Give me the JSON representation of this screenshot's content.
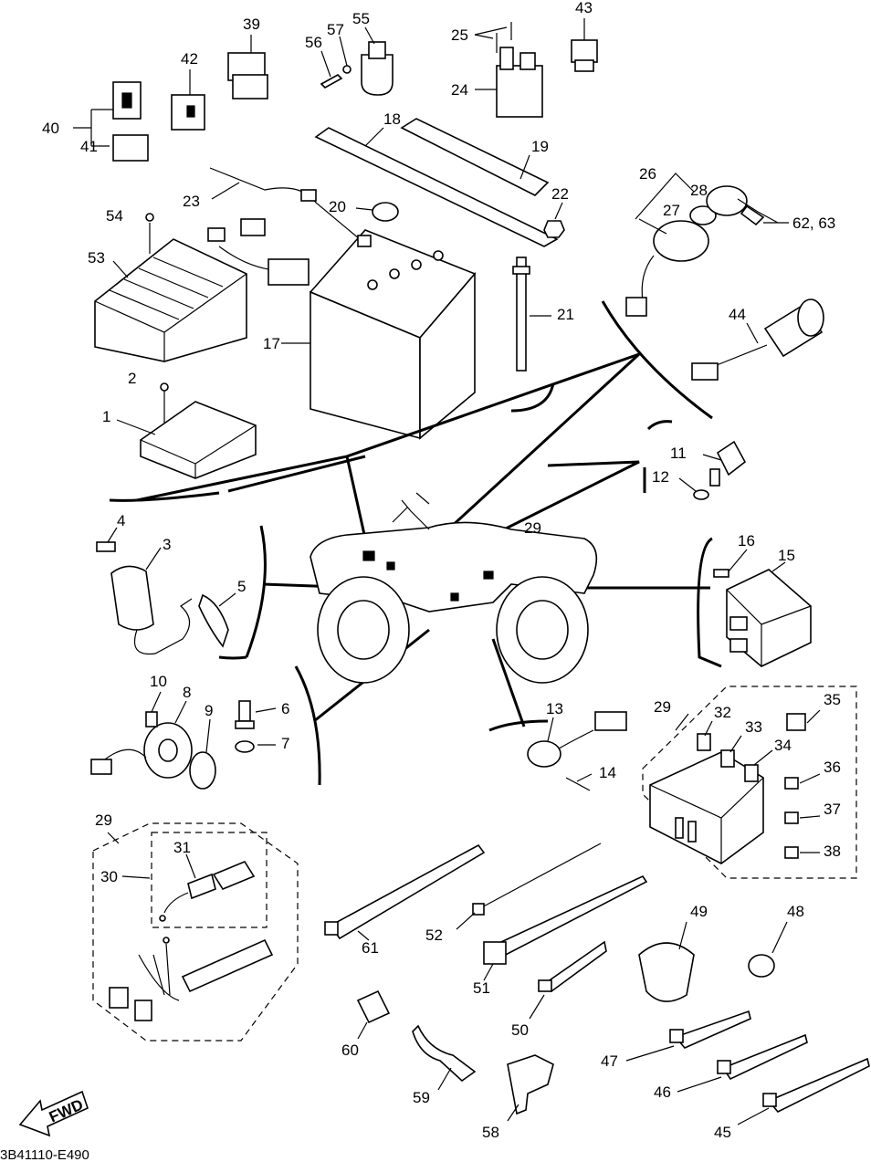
{
  "diagram": {
    "code": "3B41110-E490",
    "fwd_label": "FWD",
    "labels": {
      "p1": "1",
      "p2": "2",
      "p3": "3",
      "p4": "4",
      "p5": "5",
      "p6": "6",
      "p7": "7",
      "p8": "8",
      "p9": "9",
      "p10": "10",
      "p11": "11",
      "p12": "12",
      "p13": "13",
      "p14": "14",
      "p15": "15",
      "p16": "16",
      "p17": "17",
      "p18": "18",
      "p19": "19",
      "p20": "20",
      "p21": "21",
      "p22": "22",
      "p23": "23",
      "p24": "24",
      "p25": "25",
      "p26": "26",
      "p27": "27",
      "p28": "28",
      "p29a": "29",
      "p29b": "29",
      "p29c": "29",
      "p30": "30",
      "p31": "31",
      "p32": "32",
      "p33": "33",
      "p34": "34",
      "p35": "35",
      "p36": "36",
      "p37": "37",
      "p38": "38",
      "p39": "39",
      "p40": "40",
      "p41": "41",
      "p42": "42",
      "p43": "43",
      "p44": "44",
      "p45": "45",
      "p46": "46",
      "p47": "47",
      "p48": "48",
      "p49": "49",
      "p50": "50",
      "p51": "51",
      "p52": "52",
      "p53": "53",
      "p54": "54",
      "p55": "55",
      "p56": "56",
      "p57": "57",
      "p58": "58",
      "p59": "59",
      "p60": "60",
      "p61": "61",
      "p62": "62, 63"
    }
  }
}
